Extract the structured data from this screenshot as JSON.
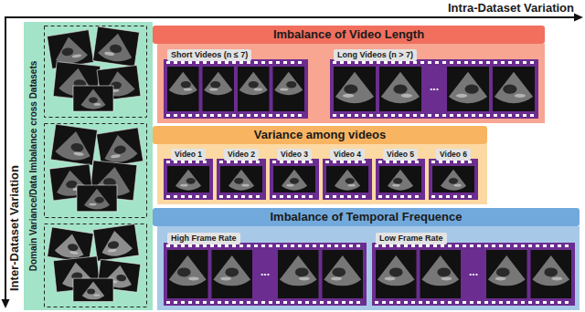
{
  "diagram": {
    "nodes": [
      {
        "text": [
          "Domain Variance/Data Imbalance cross Datasets"
        ]
      },
      {
        "text": [
          "Imbalance of Video Length"
        ]
      },
      {
        "text": [
          "Short Videos (n ≤ 7)"
        ],
        "in": 1
      },
      {
        "text": [
          "Long Videos (n > 7)",
          "..."
        ],
        "in": 1
      },
      {
        "text": [
          "Variance among videos"
        ]
      },
      {
        "text": [
          "Video 1"
        ],
        "in": 4
      },
      {
        "text": [
          "Video 2"
        ],
        "in": 4
      },
      {
        "text": [
          "Video 3"
        ],
        "in": 4
      },
      {
        "text": [
          "Video 4"
        ],
        "in": 4
      },
      {
        "text": [
          "Video 5"
        ],
        "in": 4
      },
      {
        "text": [
          "Video 6"
        ],
        "in": 4
      },
      {
        "text": [
          "Imbalance of Temporal Frequence"
        ]
      },
      {
        "text": [
          "High Frame Rate",
          "..."
        ],
        "in": 11
      },
      {
        "text": [
          "Low Frame Rate",
          "..."
        ],
        "in": 11
      }
    ],
    "labels": [
      "Intra-Dataset Variation",
      "Inter-Dataset Variation"
    ]
  }
}
